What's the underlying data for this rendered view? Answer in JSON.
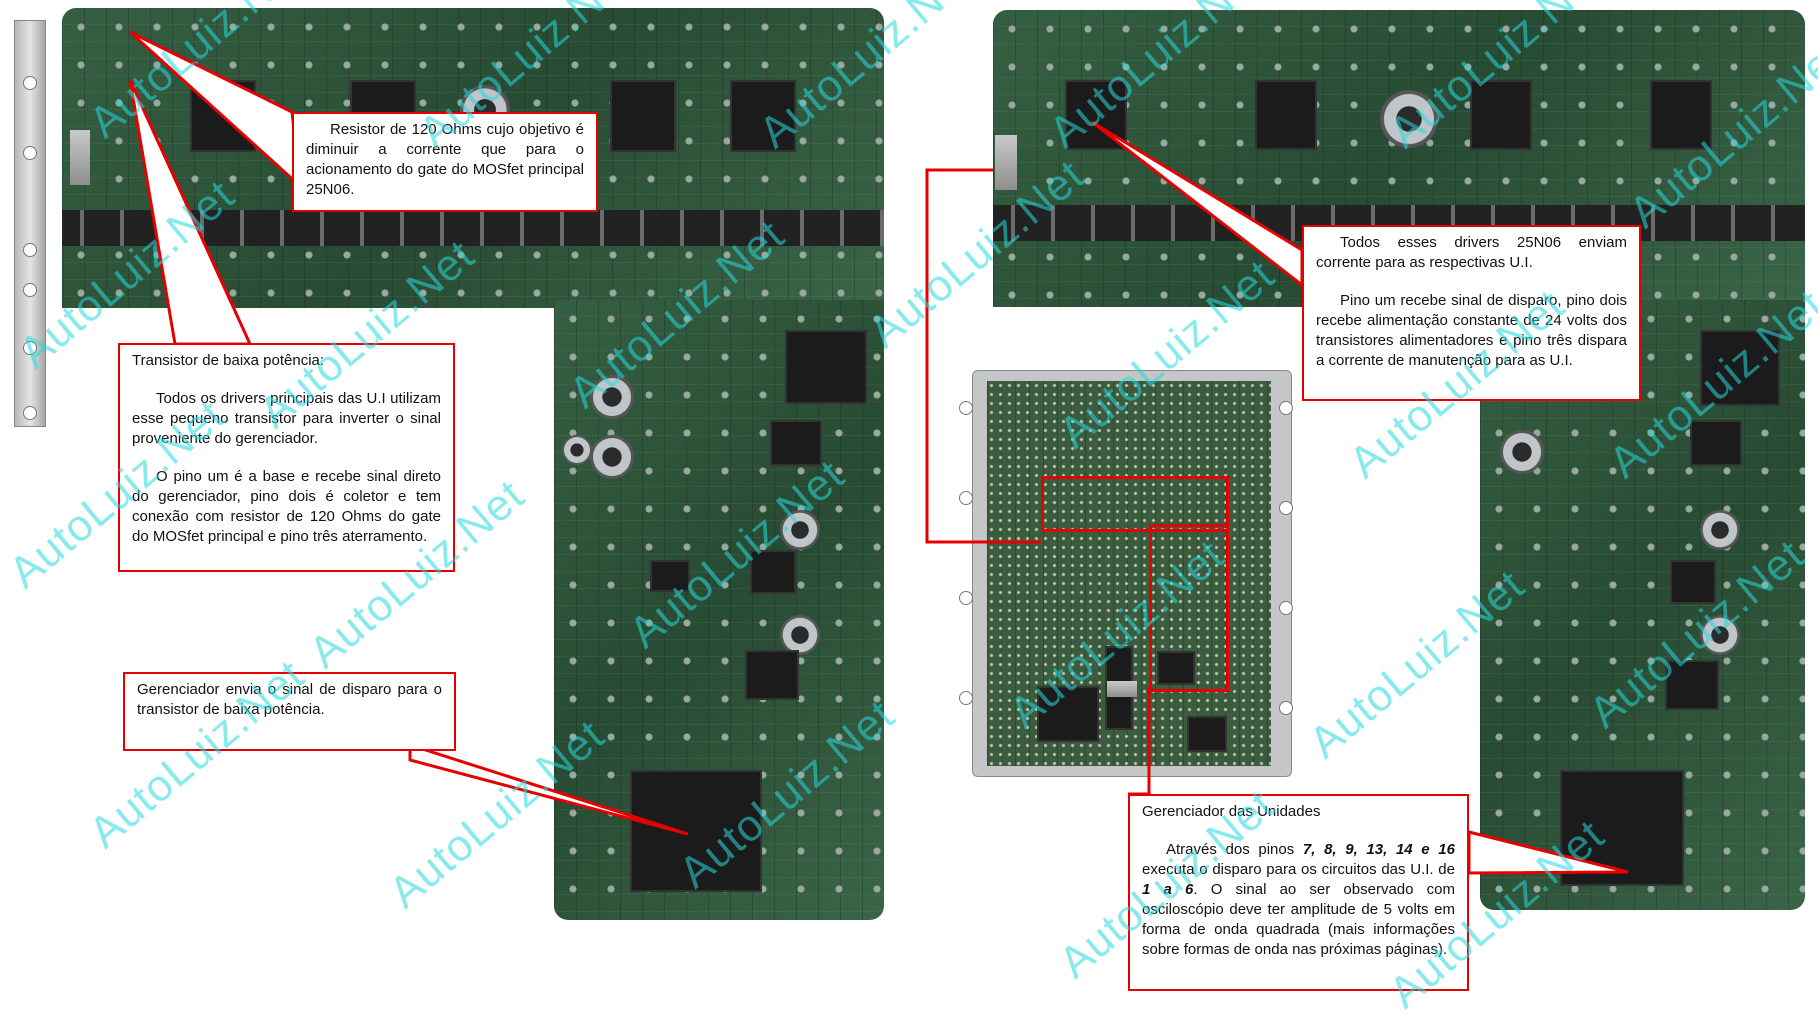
{
  "watermark": "AutoLuiz.Net",
  "colors": {
    "callout_border": "#e60000",
    "watermark": "#27d9dd",
    "pcb": "#2f5a3c"
  },
  "left": {
    "resistor_note": "Resistor de 120 Ohms cujo objetivo é diminuir a corrente que para o acionamento do gate do MOSfet principal 25N06.",
    "transistor_title": "Transistor de baixa potência:",
    "transistor_p1": "Todos os drivers principais das U.I utilizam esse pequeno transistor para inverter o sinal proveniente do gerenciador.",
    "transistor_p2": "O pino um é a base e recebe sinal direto do gerenciador, pino dois é coletor e tem conexão com resistor de 120 Ohms do gate do MOSfet principal e pino três aterramento.",
    "manager_note": "Gerenciador envia o sinal de disparo para o transistor de baixa potência."
  },
  "right": {
    "drivers_p1": "Todos esses drivers 25N06 enviam corrente para as respectivas U.I.",
    "drivers_p2": "Pino um recebe sinal de disparo, pino dois recebe alimentação constante de 24 volts dos transistores alimentadores e pino três dispara a corrente de manutenção para as U.I.",
    "units_title": "Gerenciador das Unidades",
    "units_p1_a": "Através dos pinos ",
    "units_p1_pins": "7, 8, 9, 13, 14 e 16",
    "units_p1_b": " executa o disparo para os circuitos das U.I. de ",
    "units_p1_range": "1 a 6",
    "units_p1_c": ". O sinal ao ser observado com osciloscópio deve ter amplitude de 5 volts em forma de onda quadrada (mais informações sobre formas de onda nas próximas páginas)."
  }
}
